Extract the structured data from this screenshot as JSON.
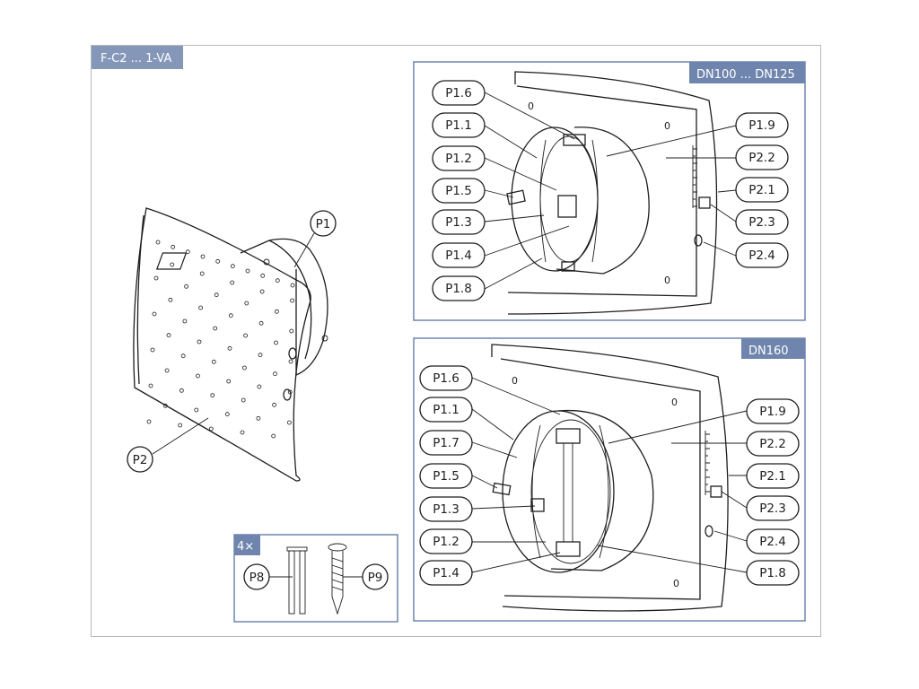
{
  "colors": {
    "tag": "#8497b8",
    "frame": "#b9b9b9",
    "panel": "#6f85ad",
    "ink": "#1e1e1e"
  },
  "main_tag": "F-C2 ... 1-VA",
  "overview": {
    "labels": {
      "p1": "P1",
      "p2": "P2"
    }
  },
  "kit": {
    "quantity": "4×",
    "labels": {
      "p8": "P8",
      "p9": "P9"
    }
  },
  "panel_top": {
    "tag": "DN100 ... DN125",
    "labels": {
      "p1_6": "P1.6",
      "p1_1": "P1.1",
      "p1_2": "P1.2",
      "p1_5": "P1.5",
      "p1_3": "P1.3",
      "p1_4": "P1.4",
      "p1_8": "P1.8",
      "p1_9": "P1.9",
      "p2_2": "P2.2",
      "p2_1": "P2.1",
      "p2_3": "P2.3",
      "p2_4": "P2.4"
    }
  },
  "panel_bottom": {
    "tag": "DN160",
    "labels": {
      "p1_6": "P1.6",
      "p1_1": "P1.1",
      "p1_7": "P1.7",
      "p1_5": "P1.5",
      "p1_3": "P1.3",
      "p1_2": "P1.2",
      "p1_4": "P1.4",
      "p1_9": "P1.9",
      "p2_2": "P2.2",
      "p2_1": "P2.1",
      "p2_3": "P2.3",
      "p2_4": "P2.4",
      "p1_8": "P1.8"
    }
  }
}
